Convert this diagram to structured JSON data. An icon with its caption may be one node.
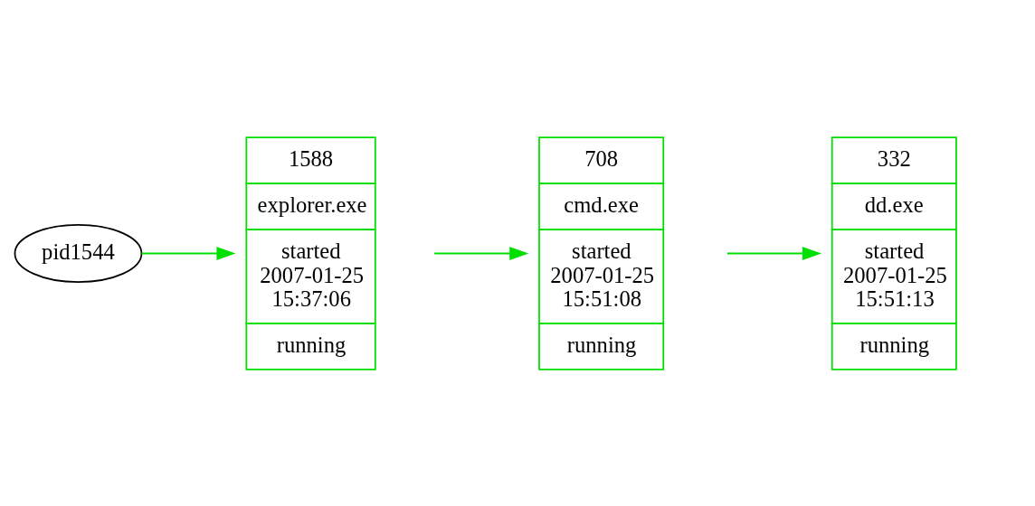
{
  "diagram": {
    "nodes": [
      {
        "text": [
          "pid1544"
        ]
      },
      {
        "text": [
          "1588",
          "explorer.exe",
          "started 2007-01-25 15:37:06",
          "running"
        ]
      },
      {
        "text": [
          "708",
          "cmd.exe",
          "started 2007-01-25 15:51:08",
          "running"
        ]
      },
      {
        "text": [
          "332",
          "dd.exe",
          "started 2007-01-25 15:51:13",
          "running"
        ]
      }
    ],
    "edges": [
      {
        "from": 0,
        "to": 1,
        "arrow": "to"
      },
      {
        "from": 1,
        "to": 2,
        "arrow": "to"
      },
      {
        "from": 2,
        "to": 3,
        "arrow": "to"
      }
    ]
  }
}
